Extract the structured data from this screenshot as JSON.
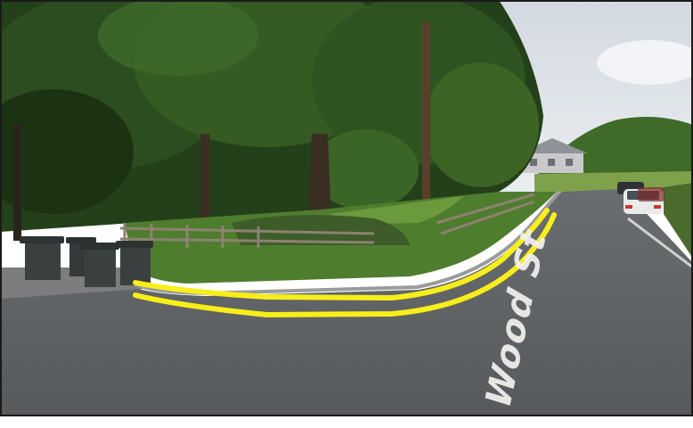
{
  "scene": {
    "road_marking_text": "Wood St",
    "annotation": {
      "type": "double-yellow-lines",
      "color": "#f7ee1a"
    },
    "colors": {
      "road": "#5f6264",
      "grass": "#4f7d2e",
      "foliage_dark": "#1e3514",
      "foliage_mid": "#33561f",
      "sky": "#dfe4ea",
      "bins": "#3a3f3f",
      "frame": "#1a1a1a"
    },
    "objects": [
      "wheelie-bins",
      "wooden-fence",
      "utility-pole",
      "trees",
      "houses",
      "parked-cars",
      "kerb"
    ]
  }
}
